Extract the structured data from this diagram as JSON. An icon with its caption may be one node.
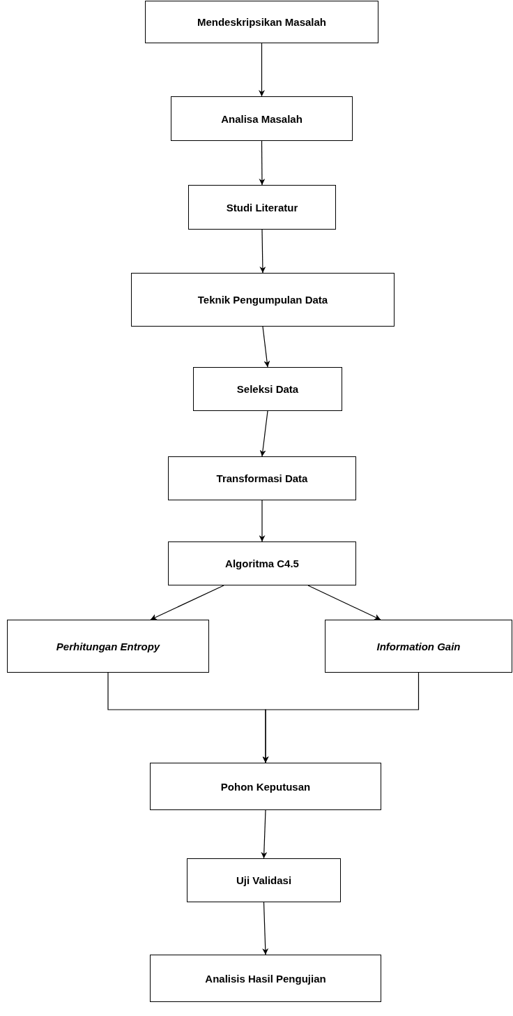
{
  "diagram": {
    "nodes": [
      {
        "text": [
          "Mendeskripsikan Masalah"
        ]
      },
      {
        "text": [
          "Analisa Masalah"
        ]
      },
      {
        "text": [
          "Studi Literatur"
        ]
      },
      {
        "text": [
          "Teknik Pengumpulan Data"
        ]
      },
      {
        "text": [
          "Seleksi Data"
        ]
      },
      {
        "text": [
          "Transformasi Data"
        ]
      },
      {
        "text": [
          "Algoritma C4.5"
        ]
      },
      {
        "text": [
          "Perhitungan Entropy"
        ]
      },
      {
        "text": [
          "Information Gain"
        ]
      },
      {
        "text": [
          "Pohon Keputusan"
        ]
      },
      {
        "text": [
          "Uji Validasi"
        ]
      },
      {
        "text": [
          "Analisis Hasil Pengujian"
        ]
      }
    ],
    "edges": [
      {
        "from": 0,
        "to": 1,
        "arrow": "to"
      },
      {
        "from": 1,
        "to": 2,
        "arrow": "to"
      },
      {
        "from": 2,
        "to": 3,
        "arrow": "to"
      },
      {
        "from": 3,
        "to": 4,
        "arrow": "to"
      },
      {
        "from": 4,
        "to": 5,
        "arrow": "to"
      },
      {
        "from": 5,
        "to": 6,
        "arrow": "to"
      },
      {
        "from": 6,
        "to": 7,
        "arrow": "to"
      },
      {
        "from": 6,
        "to": 8,
        "arrow": "to"
      },
      {
        "from": 7,
        "to": 9,
        "arrow": "to"
      },
      {
        "from": 8,
        "to": 9,
        "arrow": "to"
      },
      {
        "from": 9,
        "to": 10,
        "arrow": "to"
      },
      {
        "from": 10,
        "to": 11,
        "arrow": "to"
      }
    ]
  }
}
